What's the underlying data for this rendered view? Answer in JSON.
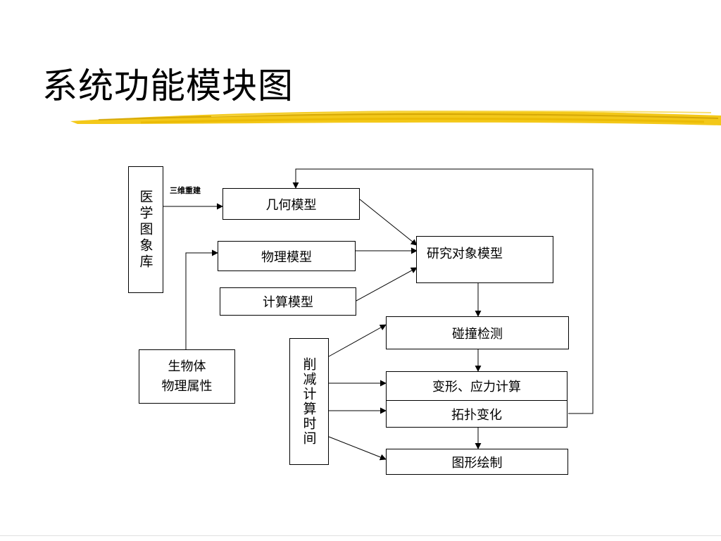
{
  "title": "系统功能模块图",
  "colors": {
    "brush": "#f2c200",
    "brush_dark": "#c99a00",
    "line": "#000000"
  },
  "nodes": {
    "medical_image_db": "医学图象库",
    "geometry_model": "几何模型",
    "physics_model": "物理模型",
    "compute_model": "计算模型",
    "research_model": "研究对象模型",
    "collision_detect": "碰撞检测",
    "deform_compute": "变形、应力计算",
    "topology_change": "拓扑变化",
    "graphics_render": "图形绘制",
    "reduce_time": "削减计算时间",
    "bio_props_line1": "生物体",
    "bio_props_line2": "物理属性"
  },
  "edge_labels": {
    "reconstruct_3d": "三维重建"
  }
}
